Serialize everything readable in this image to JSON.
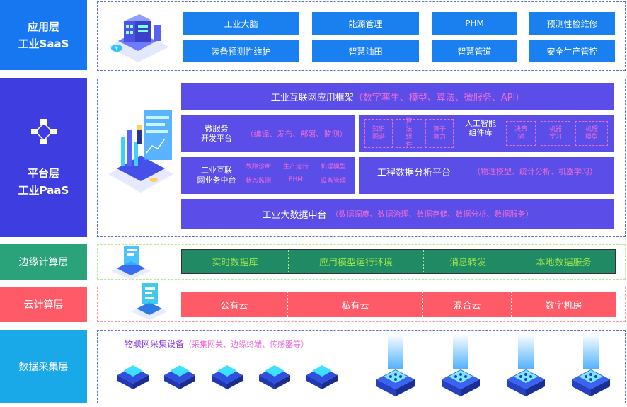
{
  "colors": {
    "app_label": "#1677f0",
    "platform_label": "#3d3de0",
    "edge_label": "#2aa37a",
    "cloud_label": "#ff5a67",
    "data_label": "#19a8e8",
    "blue_button": "#1a7fef",
    "platform_box": "#5a4de8",
    "pink_text": "#ee6bd8"
  },
  "layers": {
    "app": {
      "name": "应用层",
      "sub": "工业SaaS"
    },
    "platform": {
      "name": "平台层",
      "sub": "工业PaaS"
    },
    "edge": {
      "name": "边缘计算层"
    },
    "cloud": {
      "name": "云计算层"
    },
    "data": {
      "name": "数据采集层"
    }
  },
  "app_items": [
    "工业大脑",
    "能源管理",
    "PHM",
    "预测性检维修",
    "装备预测性维护",
    "智慧油田",
    "智慧管道",
    "安全生产管控"
  ],
  "platform": {
    "framework": {
      "title": "工业互联网应用框架",
      "detail": "（数字孪生、模型、算法、微服务、API）"
    },
    "micro": {
      "title": "微服务\n开发平台",
      "detail": "（编译、发布、部署、监测）"
    },
    "ai": {
      "title": "人工智能\n组件库",
      "left": [
        "知识\n图谱",
        "算\n法\n组\n件",
        "算子\n算力"
      ],
      "right": [
        "决策\n树",
        "机器\n学习",
        "机理\n模型"
      ]
    },
    "business": {
      "title": "工业互联\n网业务中台",
      "row1": [
        "故障诊断",
        "生产运行",
        "机理模型"
      ],
      "row2": [
        "状态监测",
        "PHM",
        "设备管理"
      ]
    },
    "analysis": {
      "title": "工程数据分析平台",
      "detail": "（物理模型、统计分析、机器学习）"
    },
    "bigdata": {
      "title": "工业大数据中台",
      "detail": "（数据调度、数据治理、数据存储、数据分析、数据服务）"
    }
  },
  "edge_items": [
    "实时数据库",
    "应用模型运行环境",
    "消息转发",
    "本地数据服务"
  ],
  "cloud_items": [
    "公有云",
    "私有云",
    "混合云",
    "数字机房"
  ],
  "iot": {
    "title": "物联网采集设备",
    "detail": "（采集网关、边缘终端、传感器等）"
  }
}
